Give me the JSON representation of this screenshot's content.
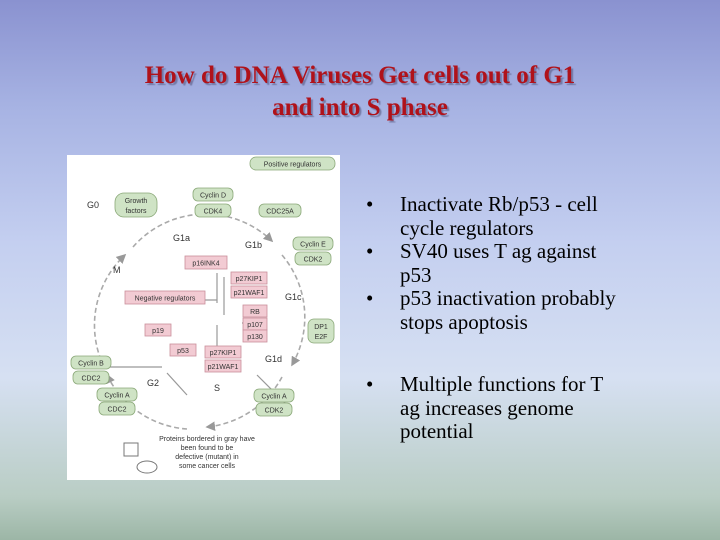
{
  "slide": {
    "title_line1": "How do DNA Viruses Get cells out of G1",
    "title_line2": "and into S phase",
    "colors": {
      "title": "#b0121a",
      "positive_box": "#cfe3c5",
      "negative_box": "#f2cbd3"
    }
  },
  "bullets": {
    "group1": [
      {
        "lines": [
          "Inactivate Rb/p53 - cell",
          "cycle regulators"
        ]
      },
      {
        "lines": [
          "SV40 uses T ag against",
          "p53"
        ]
      },
      {
        "lines": [
          "p53 inactivation probably",
          "stops apoptosis"
        ]
      }
    ],
    "group2": [
      {
        "lines": [
          "Multiple functions for T",
          "ag increases genome",
          "potential"
        ]
      }
    ],
    "bullet_char": "•"
  },
  "figure": {
    "positive_legend": "Positive regulators",
    "negative_legend": "Negative regulators",
    "phases": {
      "g0": "G0",
      "g1a": "G1a",
      "g1b": "G1b",
      "g1c": "G1c",
      "g1d": "G1d",
      "s": "S",
      "g2": "G2",
      "m": "M"
    },
    "labels": {
      "growth_factors_l1": "Growth",
      "growth_factors_l2": "factors",
      "cyclin_d": "Cyclin D",
      "cdk4": "CDK4",
      "cdc25a": "CDC25A",
      "cyclin_e": "Cyclin E",
      "cdk2_e": "CDK2",
      "p16": "p16INK4",
      "p27": "p27KIP1",
      "p21a": "p21WAF1",
      "rb": "RB",
      "p107": "p107",
      "p130": "p130",
      "e2f_l1": "DP1",
      "e2f_l2": "E2F",
      "p19": "p19",
      "p53": "p53",
      "p27b": "p27KIP1",
      "p21b": "p21WAF1",
      "cyclin_b": "Cyclin B",
      "cdc2_b": "CDC2",
      "cyclin_a_left": "Cyclin A",
      "cdc2_a": "CDC2",
      "cyclin_a_right": "Cyclin A",
      "cdk2_a": "CDK2",
      "legend_l1": "Proteins bordered in gray have",
      "legend_l2": "been found to be",
      "legend_l3": "defective (mutant) in",
      "legend_l4": "some cancer cells"
    }
  }
}
